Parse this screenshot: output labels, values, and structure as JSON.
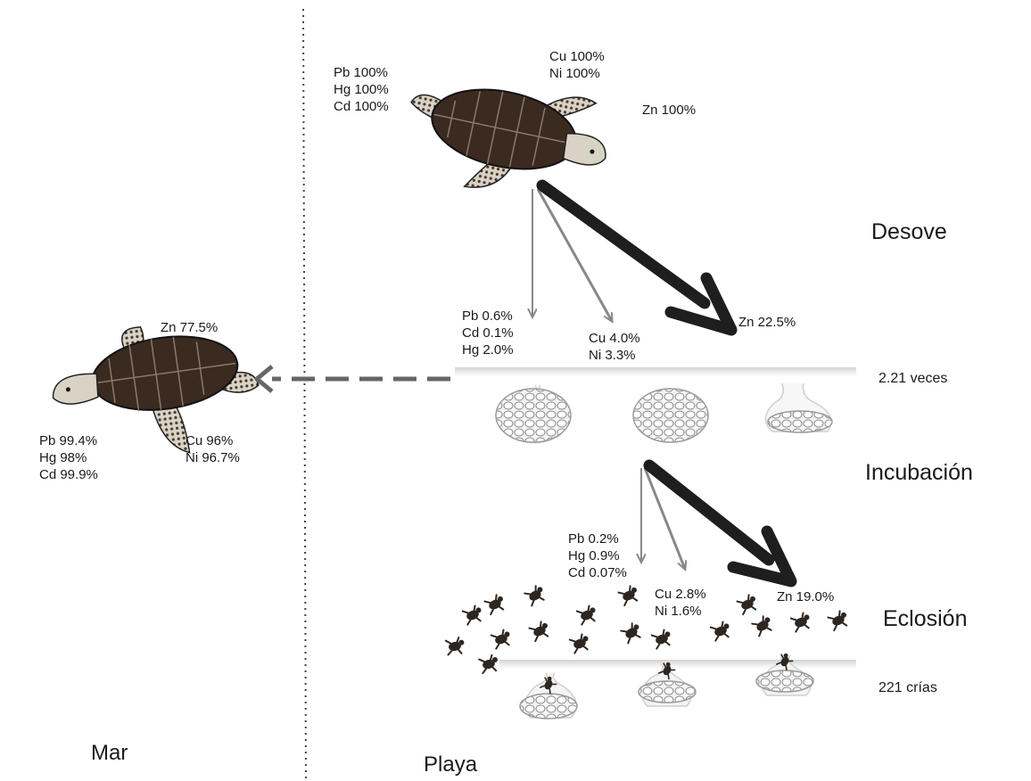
{
  "colors": {
    "arrow_zn": "#1e1e1e",
    "arrow_thin": "#888888",
    "divider": "#444444",
    "shell": "#3a2a20",
    "skin": "#d9d3c6"
  },
  "icons": [
    "adult-turtle-icon",
    "hatchling-icon",
    "egg-clutch-icon"
  ],
  "mother": {
    "left_values": [
      "Pb 100%",
      "Hg 100%",
      "Cd 100%"
    ],
    "right_values": [
      "Cu 100%",
      "Ni 100%"
    ],
    "zn": "Zn 100%"
  },
  "egg_transfer": {
    "group1": [
      "Pb 0.6%",
      "Cd 0.1%",
      "Hg 2.0%"
    ],
    "group2": [
      "Cu 4.0%",
      "Ni 3.3%"
    ],
    "zn": "Zn 22.5%",
    "factor": "2.21 veces"
  },
  "hatch_transfer": {
    "group1": [
      "Pb 0.2%",
      "Hg 0.9%",
      "Cd 0.07%"
    ],
    "group2": [
      "Cu 2.8%",
      "Ni 1.6%"
    ],
    "zn": "Zn 19.0%",
    "count": "221 crías"
  },
  "returning": {
    "zn": "Zn 77.5%",
    "group1": [
      "Pb 99.4%",
      "Hg 98%",
      "Cd 99.9%"
    ],
    "group2": [
      "Cu 96%",
      "Ni 96.7%"
    ]
  },
  "stages": {
    "spawn": "Desove",
    "incubation": "Incubación",
    "hatching": "Eclosión"
  },
  "zones": {
    "sea": "Mar",
    "beach": "Playa"
  }
}
